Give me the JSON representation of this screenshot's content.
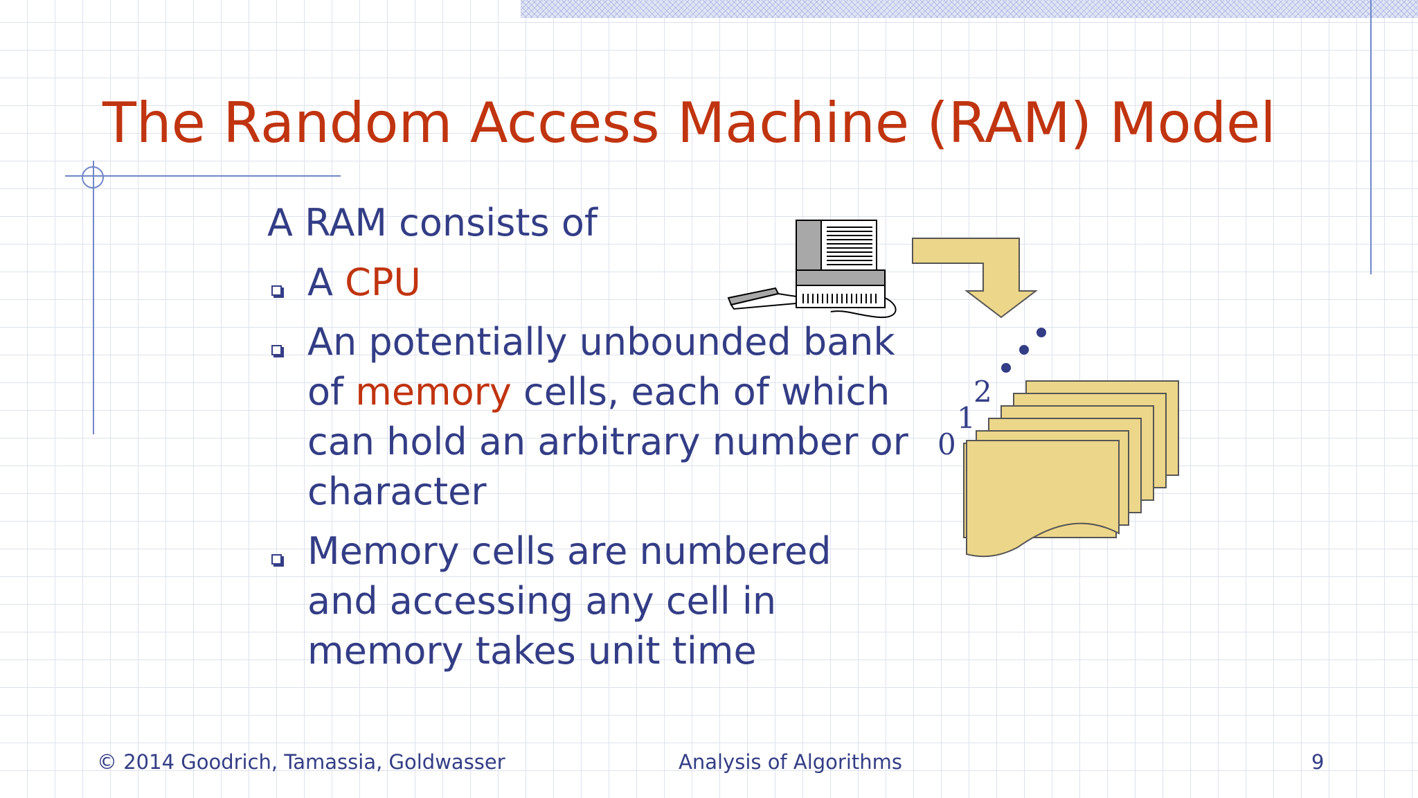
{
  "slide": {
    "title": "The Random Access Machine (RAM) Model",
    "intro": "A RAM consists of",
    "bullets": [
      {
        "before": "A ",
        "highlight": "CPU",
        "after": ""
      },
      {
        "before": "An potentially unbounded bank of ",
        "highlight": "memory",
        "after": " cells, each of which can hold an arbitrary number or character"
      },
      {
        "before": "Memory cells are numbered and accessing any cell in memory takes unit time",
        "highlight": "",
        "after": ""
      }
    ]
  },
  "figure": {
    "cell_labels": [
      "0",
      "1",
      "2"
    ],
    "icons": [
      "computer-icon",
      "down-arrow-icon",
      "memory-stack-icon"
    ],
    "colors": {
      "cell_fill": "#ecd68a",
      "arrow_fill": "#ecd68a",
      "dots": "#333d86"
    }
  },
  "footer": {
    "copyright": "© 2014 Goodrich, Tamassia, Goldwasser",
    "title": "Analysis of Algorithms",
    "page": "9"
  },
  "theme": {
    "title_color": "#c0340f",
    "text_color": "#333d86",
    "accent_color": "#c0340f",
    "rule_color": "#6f86c8",
    "grid_color": "#dde2ec"
  }
}
